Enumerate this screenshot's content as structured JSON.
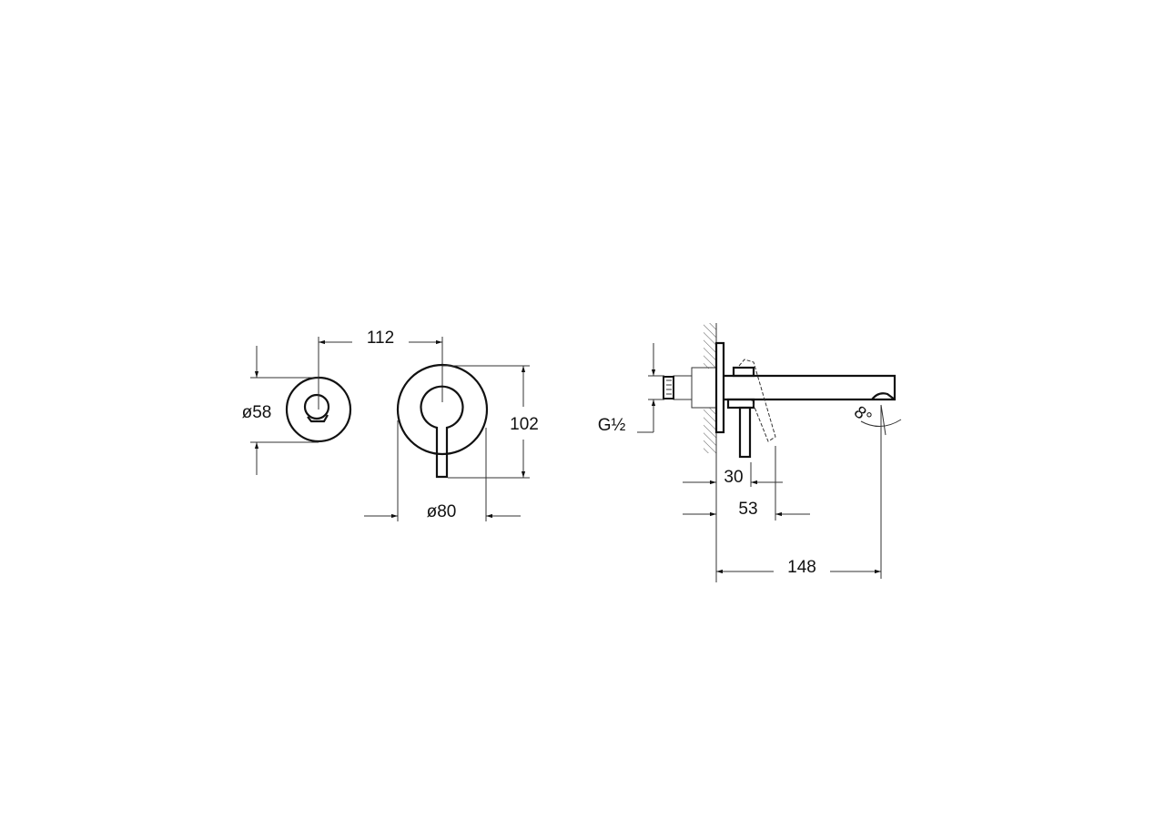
{
  "front_view": {
    "cover_diameter": "ø58",
    "spacing": "112",
    "plate_height": "102",
    "plate_diameter": "ø80"
  },
  "side_view": {
    "thread": "G½",
    "handle_depth": "30",
    "handle_max_depth": "53",
    "spout_projection": "148",
    "angle": "8°"
  },
  "colors": {
    "line": "#111111",
    "background": "#ffffff"
  }
}
